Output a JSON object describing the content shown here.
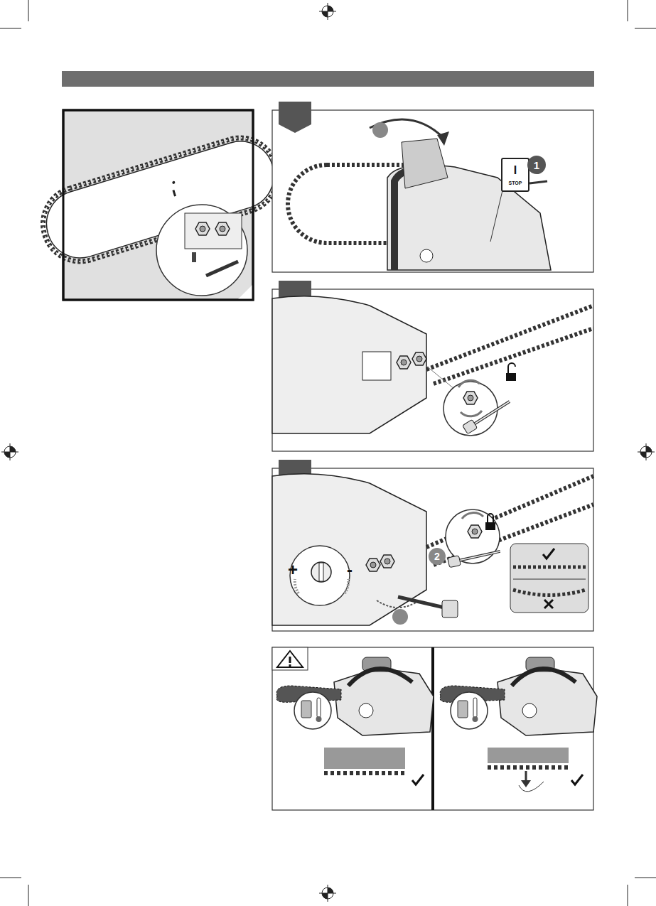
{
  "diagram": {
    "nodes": [
      {
        "text": [
          "I",
          "STOP"
        ]
      },
      {
        "text": [
          "1"
        ]
      },
      {
        "text": [
          "2"
        ]
      }
    ],
    "labels": [
      "+",
      "-"
    ]
  }
}
